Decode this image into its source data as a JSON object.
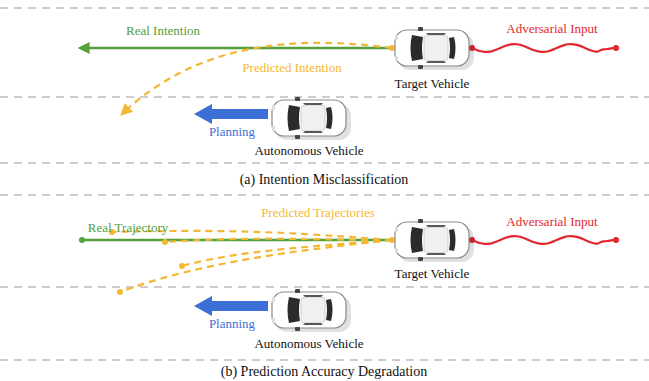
{
  "diagram": {
    "labels": [
      "Real Intention",
      "Adversarial Input",
      "Predicted Intention",
      "Target Vehicle",
      "Planning",
      "Autonomous Vehicle",
      "(a) Intention Misclassification",
      "Real Trajectory",
      "Predicted Trajectories",
      "Adversarial Input",
      "Target Vehicle",
      "Planning",
      "Autonomous Vehicle",
      "(b) Prediction Accuracy Degradation"
    ]
  }
}
